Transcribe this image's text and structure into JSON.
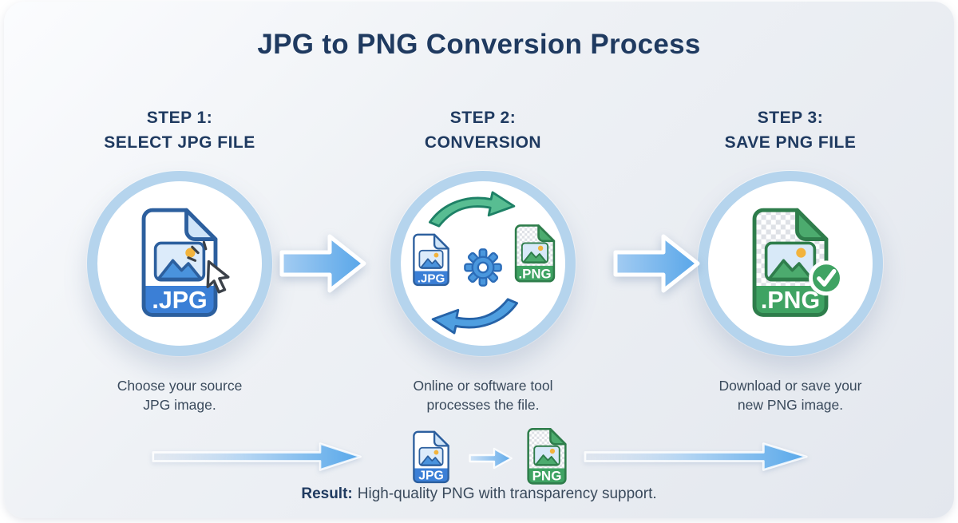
{
  "title": "JPG to PNG Conversion Process",
  "steps": [
    {
      "label": "STEP 1:",
      "heading": "SELECT JPG FILE",
      "desc1": "Choose your source",
      "desc2": "JPG image.",
      "icon": "jpg-file-with-cursor",
      "file_label": ".JPG"
    },
    {
      "label": "STEP 2:",
      "heading": "CONVERSION",
      "desc1": "Online or software tool",
      "desc2": "processes the file.",
      "icon": "jpg-gear-png-cycle",
      "jpg_label": ".JPG",
      "png_label": ".PNG"
    },
    {
      "label": "STEP 3:",
      "heading": "SAVE PNG FILE",
      "desc1": "Download or save your",
      "desc2": "new PNG image.",
      "icon": "png-file-with-checkmark",
      "file_label": ".PNG"
    }
  ],
  "bottom_flow": {
    "jpg_label": "JPG",
    "png_label": "PNG",
    "result_label": "Result:",
    "result_text": "High-quality PNG with transparency support."
  },
  "colors": {
    "title-navy": "#1f3a60",
    "body-text": "#3a4a5c",
    "jpg-blue": "#3b7fd6",
    "jpg-outline": "#2c5f9e",
    "png-green": "#3fa363",
    "png-outline": "#2e7d4b",
    "ring-blue": "#b5d4ed",
    "gear-blue": "#4a97dd",
    "sun-yellow": "#f2b33c",
    "card-from": "#fbfcfe",
    "card-to": "#e3e7ee"
  }
}
